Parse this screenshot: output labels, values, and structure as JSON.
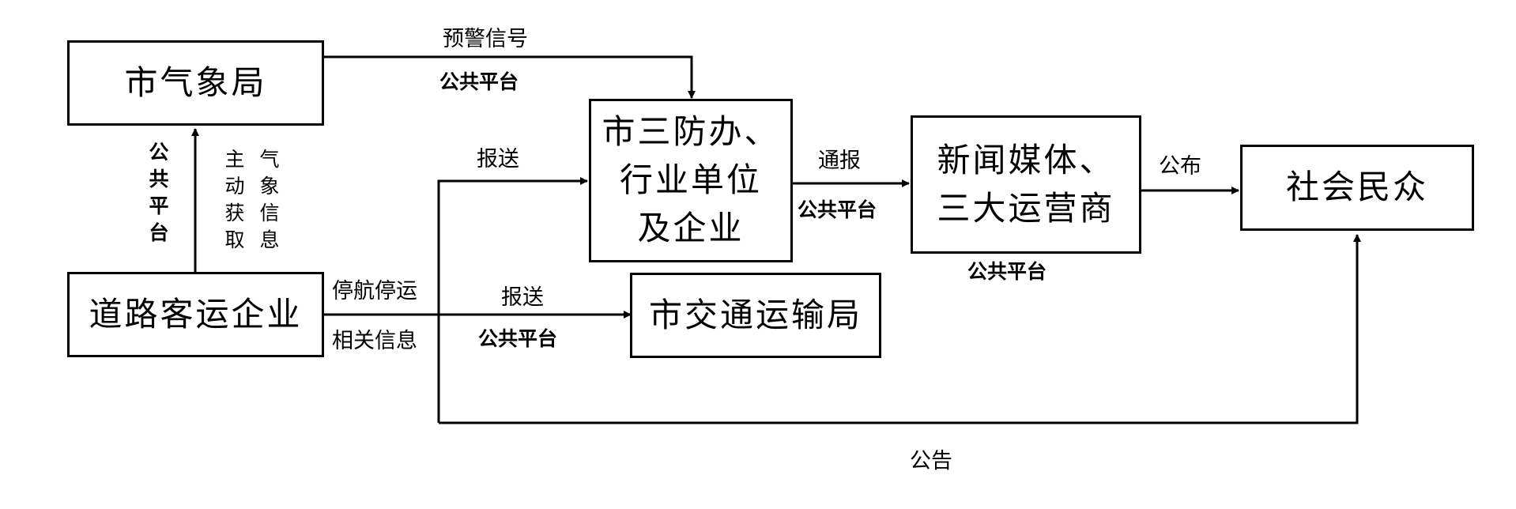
{
  "nodes": {
    "meteo": "市气象局",
    "sanfang": [
      "市三防办、",
      "行业单位",
      "及企业"
    ],
    "media": [
      "新闻媒体、",
      "三大运营商"
    ],
    "public": "社会民众",
    "bus": "道路客运企业",
    "transport": "市交通运输局"
  },
  "labels": {
    "warning_signal": "预警信号",
    "report_top": "报送",
    "notify": "通报",
    "publish": "公布",
    "suspend": "停航停运",
    "related_info": "相关信息",
    "report_bottom": "报送",
    "announce": "公告",
    "active_fetch": "主动获取",
    "weather_info": "气象信息"
  },
  "platform": {
    "warning": "公共平台",
    "vertical": "公共平台",
    "notify": "公共平台",
    "media": "公共平台",
    "report": "公共平台"
  }
}
